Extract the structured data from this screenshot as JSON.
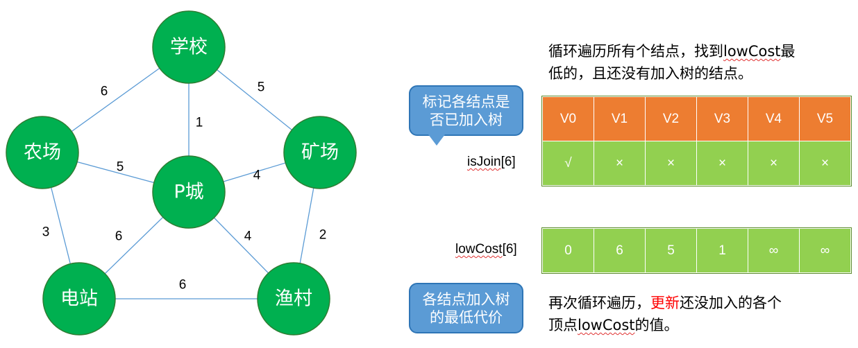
{
  "nodes": [
    {
      "id": "school",
      "label": "学校"
    },
    {
      "id": "farm",
      "label": "农场"
    },
    {
      "id": "mine",
      "label": "矿场"
    },
    {
      "id": "pcity",
      "label": "P城"
    },
    {
      "id": "station",
      "label": "电站"
    },
    {
      "id": "fishing",
      "label": "渔村"
    }
  ],
  "edges": [
    {
      "from": "school",
      "to": "farm",
      "weight": "6"
    },
    {
      "from": "school",
      "to": "mine",
      "weight": "5"
    },
    {
      "from": "school",
      "to": "pcity",
      "weight": "1"
    },
    {
      "from": "farm",
      "to": "pcity",
      "weight": "5"
    },
    {
      "from": "pcity",
      "to": "mine",
      "weight": "4"
    },
    {
      "from": "farm",
      "to": "station",
      "weight": "3"
    },
    {
      "from": "pcity",
      "to": "station",
      "weight": "6"
    },
    {
      "from": "pcity",
      "to": "fishing",
      "weight": "4"
    },
    {
      "from": "mine",
      "to": "fishing",
      "weight": "2"
    },
    {
      "from": "station",
      "to": "fishing",
      "weight": "6"
    }
  ],
  "colors": {
    "node_fill": "#00b050",
    "node_stroke": "#2e7d32",
    "edge": "#5b9bd5",
    "header": "#ed7d31",
    "value": "#92d050",
    "callout": "#5b9bd5"
  },
  "note_top": {
    "line1_pre": "循环遍历所有个结点，找到",
    "line1_code": "lowCost",
    "line1_post": "最",
    "line2": "低的，且还没有加入树的结点。"
  },
  "note_bottom": {
    "line1_pre": "再次循环遍历，",
    "line1_red": "更新",
    "line1_post": "还没加入的各个",
    "line2_pre": "顶点",
    "line2_code": "lowCost",
    "line2_post": "的值。"
  },
  "callout_join": {
    "line1": "标记各结点是",
    "line2": "否已加入树"
  },
  "callout_cost": {
    "line1": "各结点加入树",
    "line2": "的最低代价"
  },
  "isJoin": {
    "name": "isJoin",
    "index": "[6]",
    "headers": [
      "V0",
      "V1",
      "V2",
      "V3",
      "V4",
      "V5"
    ],
    "values": [
      "√",
      "×",
      "×",
      "×",
      "×",
      "×"
    ]
  },
  "lowCost": {
    "name": "lowCost",
    "index": "[6]",
    "values": [
      "0",
      "6",
      "5",
      "1",
      "∞",
      "∞"
    ]
  }
}
